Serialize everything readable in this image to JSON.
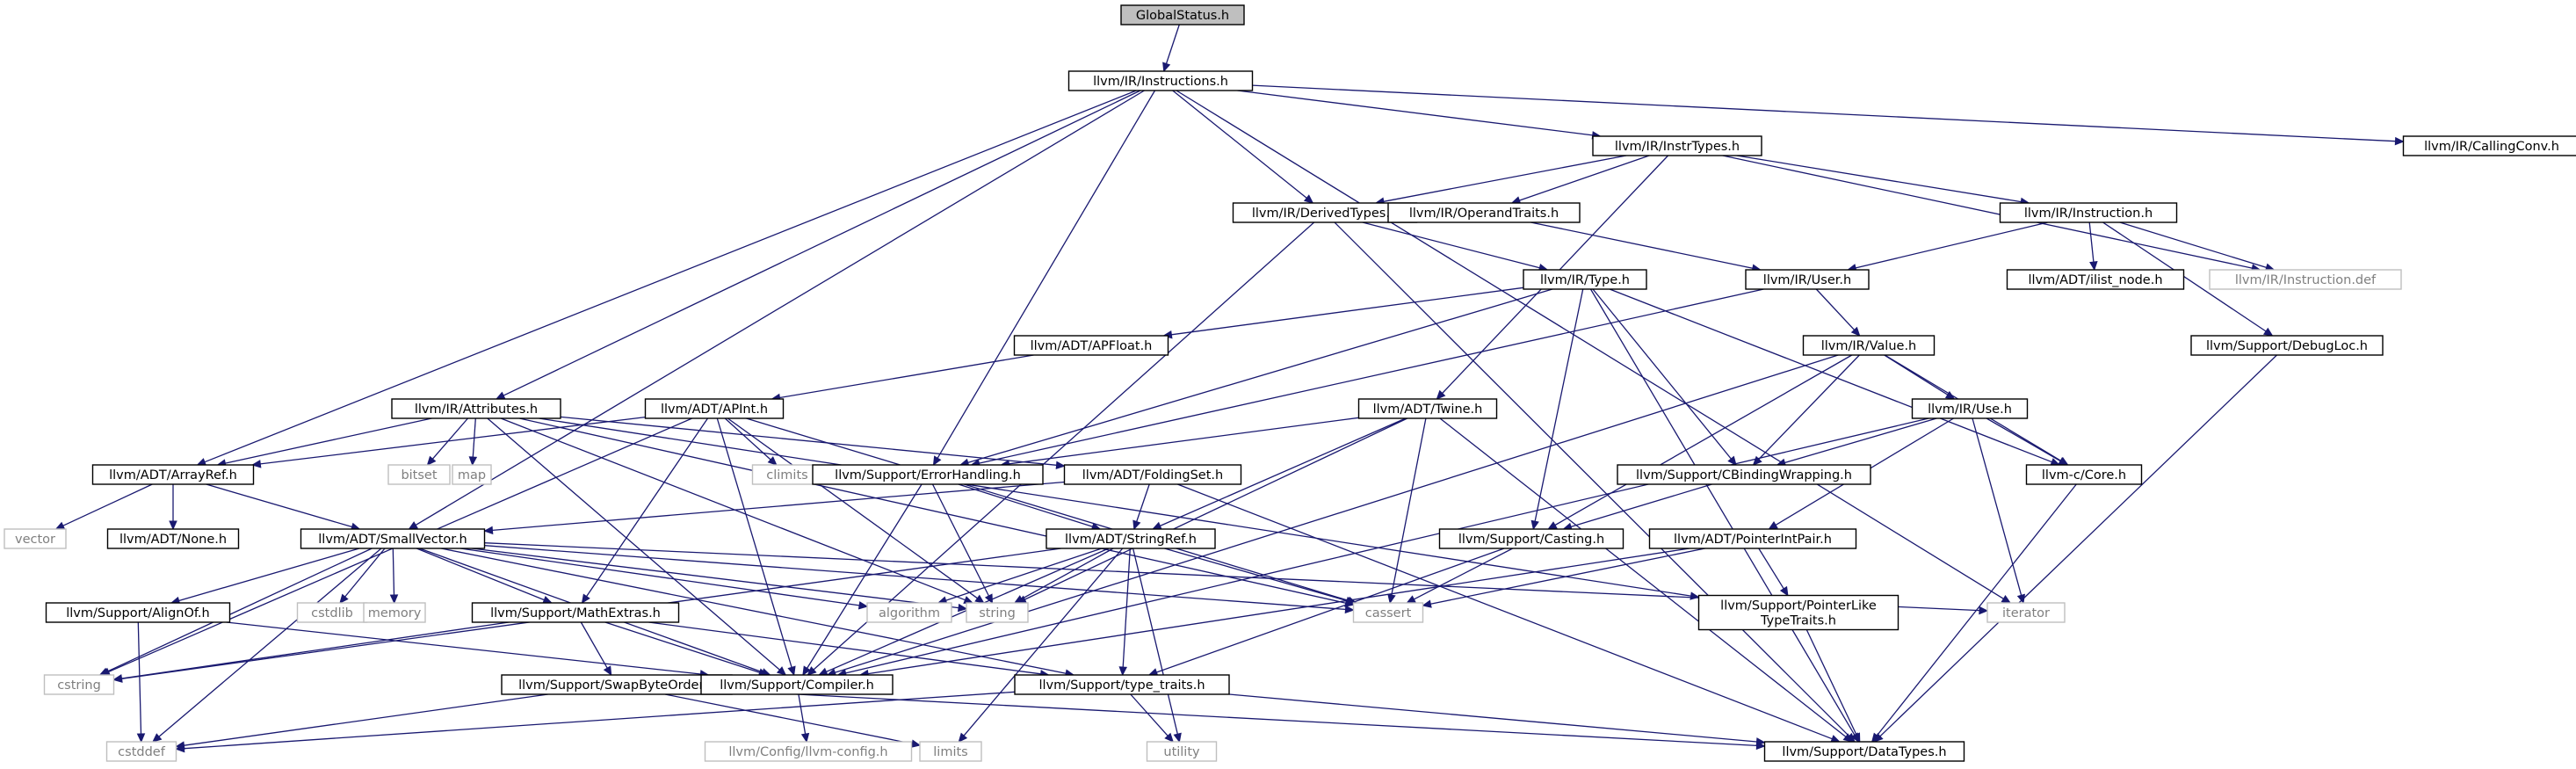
{
  "nodes": [
    {
      "id": "GlobalStatus",
      "label": "GlobalStatus.h",
      "style": "root"
    },
    {
      "id": "Instructions",
      "label": "llvm/IR/Instructions.h",
      "style": "doc"
    },
    {
      "id": "CallingConv",
      "label": "llvm/IR/CallingConv.h",
      "style": "doc"
    },
    {
      "id": "InstrTypes",
      "label": "llvm/IR/InstrTypes.h",
      "style": "doc"
    },
    {
      "id": "DerivedTypes",
      "label": "llvm/IR/DerivedTypes.h",
      "style": "doc"
    },
    {
      "id": "OperandTraits",
      "label": "llvm/IR/OperandTraits.h",
      "style": "doc"
    },
    {
      "id": "Instruction",
      "label": "llvm/IR/Instruction.h",
      "style": "doc"
    },
    {
      "id": "InstructionDef",
      "label": "llvm/IR/Instruction.def",
      "style": "ext"
    },
    {
      "id": "IlistNode",
      "label": "llvm/ADT/ilist_node.h",
      "style": "doc"
    },
    {
      "id": "DebugLoc",
      "label": "llvm/Support/DebugLoc.h",
      "style": "doc"
    },
    {
      "id": "TypeH",
      "label": "llvm/IR/Type.h",
      "style": "doc"
    },
    {
      "id": "UserH",
      "label": "llvm/IR/User.h",
      "style": "doc"
    },
    {
      "id": "APFloat",
      "label": "llvm/ADT/APFloat.h",
      "style": "doc"
    },
    {
      "id": "ValueH",
      "label": "llvm/IR/Value.h",
      "style": "doc"
    },
    {
      "id": "Attributes",
      "label": "llvm/IR/Attributes.h",
      "style": "doc"
    },
    {
      "id": "APInt",
      "label": "llvm/ADT/APInt.h",
      "style": "doc"
    },
    {
      "id": "Twine",
      "label": "llvm/ADT/Twine.h",
      "style": "doc"
    },
    {
      "id": "UseH",
      "label": "llvm/IR/Use.h",
      "style": "doc"
    },
    {
      "id": "ArrayRef",
      "label": "llvm/ADT/ArrayRef.h",
      "style": "doc"
    },
    {
      "id": "bitset",
      "label": "bitset",
      "style": "ext"
    },
    {
      "id": "map",
      "label": "map",
      "style": "ext"
    },
    {
      "id": "climits",
      "label": "climits",
      "style": "ext"
    },
    {
      "id": "ErrorHandling",
      "label": "llvm/Support/ErrorHandling.h",
      "style": "doc"
    },
    {
      "id": "FoldingSet",
      "label": "llvm/ADT/FoldingSet.h",
      "style": "doc"
    },
    {
      "id": "CBindingWrapping",
      "label": "llvm/Support/CBindingWrapping.h",
      "style": "doc"
    },
    {
      "id": "CoreH",
      "label": "llvm-c/Core.h",
      "style": "doc"
    },
    {
      "id": "vector",
      "label": "vector",
      "style": "ext"
    },
    {
      "id": "NoneH",
      "label": "llvm/ADT/None.h",
      "style": "doc"
    },
    {
      "id": "SmallVector",
      "label": "llvm/ADT/SmallVector.h",
      "style": "doc"
    },
    {
      "id": "StringRef",
      "label": "llvm/ADT/StringRef.h",
      "style": "doc"
    },
    {
      "id": "Casting",
      "label": "llvm/Support/Casting.h",
      "style": "doc"
    },
    {
      "id": "PointerIntPair",
      "label": "llvm/ADT/PointerIntPair.h",
      "style": "doc"
    },
    {
      "id": "AlignOf",
      "label": "llvm/Support/AlignOf.h",
      "style": "doc"
    },
    {
      "id": "cstdlib",
      "label": "cstdlib",
      "style": "ext"
    },
    {
      "id": "memory",
      "label": "memory",
      "style": "ext"
    },
    {
      "id": "MathExtras",
      "label": "llvm/Support/MathExtras.h",
      "style": "doc"
    },
    {
      "id": "algorithm",
      "label": "algorithm",
      "style": "ext"
    },
    {
      "id": "string",
      "label": "string",
      "style": "ext"
    },
    {
      "id": "cassert",
      "label": "cassert",
      "style": "ext"
    },
    {
      "id": "iterator",
      "label": "iterator",
      "style": "ext"
    },
    {
      "id": "PointerLikeTypeTraits",
      "label": "llvm/Support/PointerLike\nTypeTraits.h",
      "style": "doc"
    },
    {
      "id": "cstring",
      "label": "cstring",
      "style": "ext"
    },
    {
      "id": "SwapByteOrder",
      "label": "llvm/Support/SwapByteOrder.h",
      "style": "doc"
    },
    {
      "id": "Compiler",
      "label": "llvm/Support/Compiler.h",
      "style": "doc"
    },
    {
      "id": "TypeTraits",
      "label": "llvm/Support/type_traits.h",
      "style": "doc"
    },
    {
      "id": "cstddef",
      "label": "cstddef",
      "style": "ext"
    },
    {
      "id": "LlvmConfig",
      "label": "llvm/Config/llvm-config.h",
      "style": "ext"
    },
    {
      "id": "limits",
      "label": "limits",
      "style": "ext"
    },
    {
      "id": "utility",
      "label": "utility",
      "style": "ext"
    },
    {
      "id": "DataTypes",
      "label": "llvm/Support/DataTypes.h",
      "style": "doc"
    }
  ],
  "edges": [
    [
      "GlobalStatus",
      "Instructions"
    ],
    [
      "Instructions",
      "CallingConv"
    ],
    [
      "Instructions",
      "InstrTypes"
    ],
    [
      "Instructions",
      "DerivedTypes"
    ],
    [
      "Instructions",
      "Attributes"
    ],
    [
      "Instructions",
      "ArrayRef"
    ],
    [
      "Instructions",
      "SmallVector"
    ],
    [
      "Instructions",
      "ErrorHandling"
    ],
    [
      "Instructions",
      "iterator"
    ],
    [
      "InstrTypes",
      "DerivedTypes"
    ],
    [
      "InstrTypes",
      "OperandTraits"
    ],
    [
      "InstrTypes",
      "Instruction"
    ],
    [
      "InstrTypes",
      "InstructionDef"
    ],
    [
      "InstrTypes",
      "Twine"
    ],
    [
      "DerivedTypes",
      "TypeH"
    ],
    [
      "DerivedTypes",
      "Compiler"
    ],
    [
      "DerivedTypes",
      "DataTypes"
    ],
    [
      "OperandTraits",
      "UserH"
    ],
    [
      "Instruction",
      "UserH"
    ],
    [
      "Instruction",
      "IlistNode"
    ],
    [
      "Instruction",
      "DebugLoc"
    ],
    [
      "Instruction",
      "InstructionDef"
    ],
    [
      "DebugLoc",
      "DataTypes"
    ],
    [
      "TypeH",
      "APFloat"
    ],
    [
      "TypeH",
      "ErrorHandling"
    ],
    [
      "TypeH",
      "CBindingWrapping"
    ],
    [
      "TypeH",
      "Casting"
    ],
    [
      "TypeH",
      "CoreH"
    ],
    [
      "TypeH",
      "DataTypes"
    ],
    [
      "UserH",
      "ValueH"
    ],
    [
      "UserH",
      "ErrorHandling"
    ],
    [
      "APFloat",
      "APInt"
    ],
    [
      "ValueH",
      "UseH"
    ],
    [
      "ValueH",
      "CBindingWrapping"
    ],
    [
      "ValueH",
      "Casting"
    ],
    [
      "ValueH",
      "Compiler"
    ],
    [
      "ValueH",
      "CoreH"
    ],
    [
      "Attributes",
      "ArrayRef"
    ],
    [
      "Attributes",
      "FoldingSet"
    ],
    [
      "Attributes",
      "bitset"
    ],
    [
      "Attributes",
      "map"
    ],
    [
      "Attributes",
      "string"
    ],
    [
      "Attributes",
      "cassert"
    ],
    [
      "Attributes",
      "PointerLikeTypeTraits"
    ],
    [
      "Attributes",
      "Compiler"
    ],
    [
      "APInt",
      "ArrayRef"
    ],
    [
      "APInt",
      "climits"
    ],
    [
      "APInt",
      "cassert"
    ],
    [
      "APInt",
      "string"
    ],
    [
      "APInt",
      "MathExtras"
    ],
    [
      "APInt",
      "Compiler"
    ],
    [
      "APInt",
      "cstring"
    ],
    [
      "Twine",
      "ErrorHandling"
    ],
    [
      "Twine",
      "StringRef"
    ],
    [
      "Twine",
      "DataTypes"
    ],
    [
      "Twine",
      "cassert"
    ],
    [
      "Twine",
      "string"
    ],
    [
      "UseH",
      "CBindingWrapping"
    ],
    [
      "UseH",
      "CoreH"
    ],
    [
      "UseH",
      "PointerIntPair"
    ],
    [
      "UseH",
      "Compiler"
    ],
    [
      "UseH",
      "iterator"
    ],
    [
      "ArrayRef",
      "SmallVector"
    ],
    [
      "ArrayRef",
      "NoneH"
    ],
    [
      "ArrayRef",
      "vector"
    ],
    [
      "ErrorHandling",
      "StringRef"
    ],
    [
      "ErrorHandling",
      "Compiler"
    ],
    [
      "ErrorHandling",
      "string"
    ],
    [
      "FoldingSet",
      "SmallVector"
    ],
    [
      "FoldingSet",
      "StringRef"
    ],
    [
      "FoldingSet",
      "DataTypes"
    ],
    [
      "CBindingWrapping",
      "Casting"
    ],
    [
      "CoreH",
      "DataTypes"
    ],
    [
      "SmallVector",
      "AlignOf"
    ],
    [
      "SmallVector",
      "cstdlib"
    ],
    [
      "SmallVector",
      "memory"
    ],
    [
      "SmallVector",
      "MathExtras"
    ],
    [
      "SmallVector",
      "algorithm"
    ],
    [
      "SmallVector",
      "string"
    ],
    [
      "SmallVector",
      "cassert"
    ],
    [
      "SmallVector",
      "iterator"
    ],
    [
      "SmallVector",
      "Compiler"
    ],
    [
      "SmallVector",
      "TypeTraits"
    ],
    [
      "SmallVector",
      "cstring"
    ],
    [
      "SmallVector",
      "cstddef"
    ],
    [
      "StringRef",
      "algorithm"
    ],
    [
      "StringRef",
      "string"
    ],
    [
      "StringRef",
      "cassert"
    ],
    [
      "StringRef",
      "Compiler"
    ],
    [
      "StringRef",
      "TypeTraits"
    ],
    [
      "StringRef",
      "limits"
    ],
    [
      "StringRef",
      "utility"
    ],
    [
      "StringRef",
      "cstring"
    ],
    [
      "Casting",
      "cassert"
    ],
    [
      "Casting",
      "TypeTraits"
    ],
    [
      "PointerIntPair",
      "cassert"
    ],
    [
      "PointerIntPair",
      "PointerLikeTypeTraits"
    ],
    [
      "PointerIntPair",
      "Compiler"
    ],
    [
      "PointerLikeTypeTraits",
      "DataTypes"
    ],
    [
      "AlignOf",
      "Compiler"
    ],
    [
      "AlignOf",
      "cstddef"
    ],
    [
      "MathExtras",
      "SwapByteOrder"
    ],
    [
      "MathExtras",
      "Compiler"
    ],
    [
      "MathExtras",
      "TypeTraits"
    ],
    [
      "MathExtras",
      "cstring"
    ],
    [
      "SwapByteOrder",
      "Compiler"
    ],
    [
      "SwapByteOrder",
      "DataTypes"
    ],
    [
      "SwapByteOrder",
      "cstddef"
    ],
    [
      "Compiler",
      "LlvmConfig"
    ],
    [
      "TypeTraits",
      "cstddef"
    ],
    [
      "TypeTraits",
      "utility"
    ],
    [
      "TypeTraits",
      "DataTypes"
    ],
    [
      "SwapByteOrder",
      "limits"
    ]
  ]
}
